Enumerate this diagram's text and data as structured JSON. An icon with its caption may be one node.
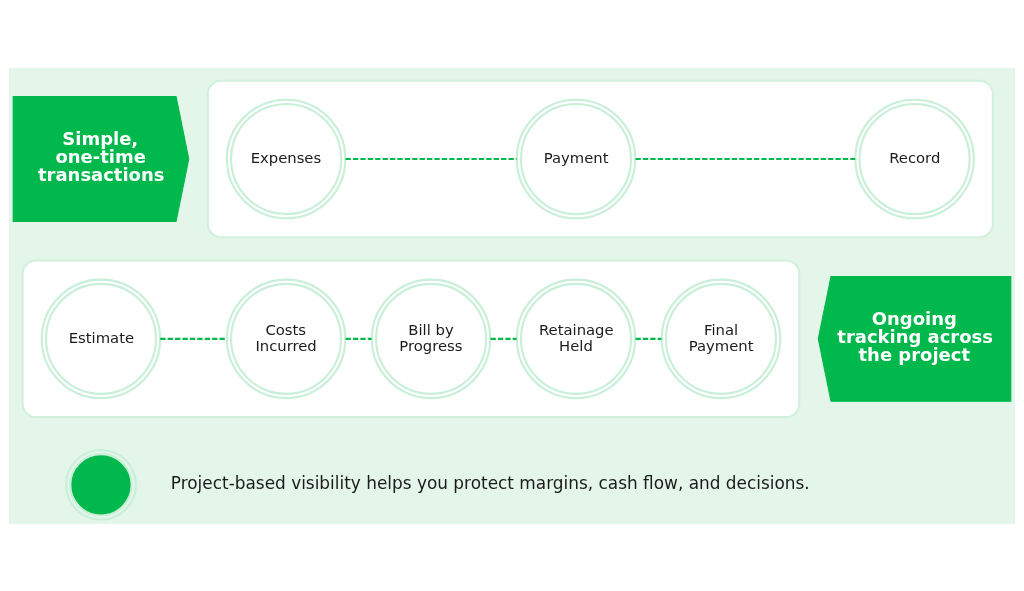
{
  "diagram": {
    "nodes": [
      {
        "text": [
          "Simple, one-time transactions"
        ]
      },
      {
        "text": [],
        "shape": "box"
      },
      {
        "text": [
          "Expenses"
        ],
        "in": 1
      },
      {
        "text": [
          "Payment"
        ],
        "in": 1
      },
      {
        "text": [
          "Record"
        ],
        "in": 1
      },
      {
        "text": [],
        "shape": "box"
      },
      {
        "text": [
          "Estimate"
        ],
        "in": 5
      },
      {
        "text": [
          "Costs Incurred"
        ],
        "in": 5
      },
      {
        "text": [
          "Bill by Progress"
        ],
        "in": 5
      },
      {
        "text": [
          "Retainage Held"
        ],
        "in": 5
      },
      {
        "text": [
          "Final Payment"
        ],
        "in": 5
      },
      {
        "text": [
          "Ongoing tracking across the project"
        ]
      },
      {
        "text": [],
        "shape": "circle",
        "beside": [
          "Project-based visibility helps you protect margins, cash flow, and decisions."
        ]
      }
    ],
    "edges": [
      {
        "from": 2,
        "to": 3,
        "arrow": "none",
        "style": "dashed"
      },
      {
        "from": 3,
        "to": 4,
        "arrow": "none",
        "style": "dashed"
      },
      {
        "from": 6,
        "to": 7,
        "arrow": "none",
        "style": "dashed"
      },
      {
        "from": 7,
        "to": 8,
        "arrow": "none",
        "style": "dashed"
      },
      {
        "from": 8,
        "to": 9,
        "arrow": "none",
        "style": "dashed"
      },
      {
        "from": 9,
        "to": 10,
        "arrow": "none",
        "style": "dashed"
      }
    ]
  }
}
